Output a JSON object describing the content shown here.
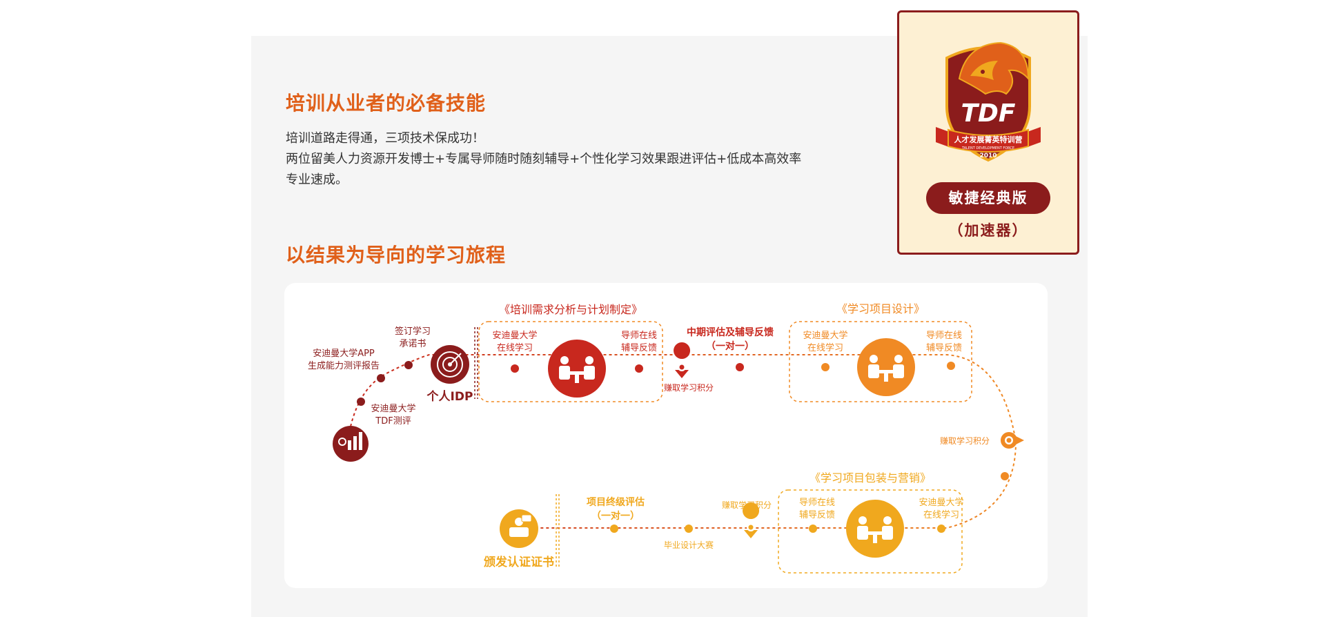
{
  "section1": {
    "title": "培训从业者的必备技能",
    "line1": "培训道路走得通，三项技术保成功！",
    "line2": "两位留美人力资源开发博士+专属导师随时随刻辅导+个性化学习效果跟进评估+低成本高效率",
    "line3": "专业速成。"
  },
  "section2": {
    "title": "以结果为导向的学习旅程"
  },
  "badge": {
    "logo_text": "TDF",
    "ribbon_text": "人才发展菁英特训营",
    "ribbon_small": "TALENT DEVELOPMENT FORCE",
    "year": "2010",
    "edition": "敏捷经典版",
    "edition_sub": "（加速器）"
  },
  "journey": {
    "block1_title": "《培训需求分析与计划制定》",
    "block2_title": "《学习项目设计》",
    "block3_title": "《学习项目包装与营销》",
    "step_tdf_1": "安迪曼大学",
    "step_tdf_2": "TDF测评",
    "step_app_1": "安迪曼大学APP",
    "step_app_2": "生成能力测评报告",
    "step_sign_1": "签订学习",
    "step_sign_2": "承诺书",
    "idp": "个人IDP",
    "b1_left_1": "安迪曼大学",
    "b1_left_2": "在线学习",
    "b1_right_1": "导师在线",
    "b1_right_2": "辅导反馈",
    "earn_1": "赚取学习积分",
    "mid_eval_1": "中期评估及辅导反馈",
    "mid_eval_2": "（一对一）",
    "b2_left_1": "安迪曼大学",
    "b2_left_2": "在线学习",
    "b2_right_1": "导师在线",
    "b2_right_2": "辅导反馈",
    "earn_2": "赚取学习积分",
    "b3_right_1": "安迪曼大学",
    "b3_right_2": "在线学习",
    "b3_left_1": "导师在线",
    "b3_left_2": "辅导反馈",
    "earn_3": "赚取学习积分",
    "contest": "毕业设计大赛",
    "final_eval_1": "项目终级评估",
    "final_eval_2": "（一对一）",
    "certificate": "颁发认证证书"
  },
  "colors": {
    "dark_red": "#8b1c1c",
    "red": "#c8281e",
    "orange": "#f08a24",
    "gold": "#f0a81e",
    "title_orange": "#e0601a"
  }
}
